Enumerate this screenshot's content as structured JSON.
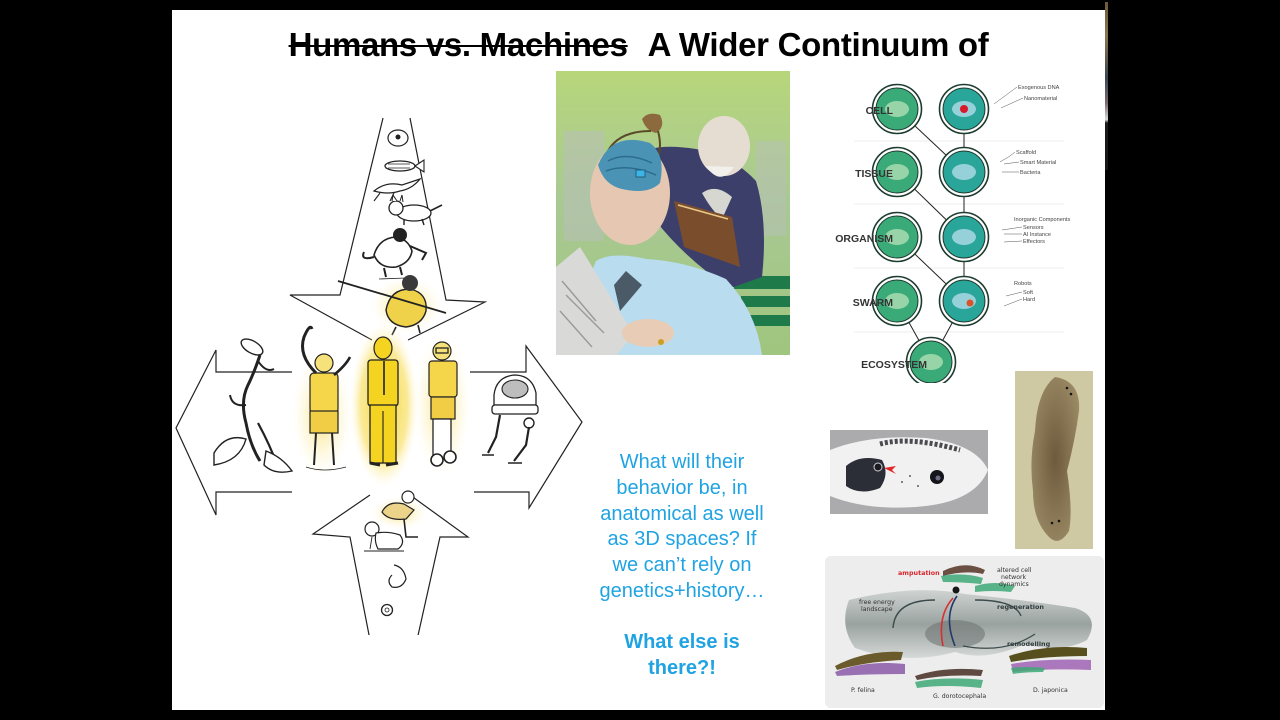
{
  "slide": {
    "title": {
      "struck_text": "Humans vs. Machines",
      "text": "A Wider Continuum of"
    },
    "evolution_diagram": {
      "description": "Four arrows converging on a central highlighted human",
      "top_arrow_figures": [
        "single-cell",
        "fish",
        "amphibian",
        "mammal",
        "monkey",
        "early-human"
      ],
      "bottom_arrow_figures": [
        "adult",
        "baby",
        "embryo",
        "zygote"
      ],
      "left_arrow_figures": [
        "chimera-creature"
      ],
      "center_figures": [
        "human-with-snakes",
        "human-standard",
        "cyborg-human"
      ],
      "right_arrow_figures": [
        "brain-in-jar-robot"
      ],
      "highlight_color": "#f5d321"
    },
    "illustration": {
      "description": "Old man attaching a device to a younger man's exposed cybernetic brain on a park bench"
    },
    "question": {
      "lines": [
        "What will their",
        "behavior be, in",
        "anatomical as well",
        "as 3D spaces? If",
        "we can’t rely on",
        "genetics+history…"
      ],
      "emphasis_lines": [
        "What else is",
        "there?!"
      ],
      "color": "#1fa3e3"
    },
    "scale_diagram": {
      "rows": [
        {
          "label": "CELL",
          "annotations": [
            "Exogenous DNA",
            "Nanomaterial"
          ]
        },
        {
          "label": "TISSUE",
          "annotations": [
            "Scaffold",
            "Smart Material",
            "Bacteria"
          ]
        },
        {
          "label": "ORGANISM",
          "annotations": [
            "Inorganic Components",
            "Sensors",
            "AI Instance",
            "Effectors"
          ]
        },
        {
          "label": "SWARM",
          "annotations": [
            "Robots",
            "Soft",
            "Hard"
          ]
        },
        {
          "label": "ECOSYSTEM",
          "annotations": []
        }
      ],
      "colors": {
        "natural": "#3aaa78",
        "engineered": "#2aa59a",
        "ring": "#1d3b2e"
      }
    },
    "photos": {
      "tadpole": "Tadpole with ectopic eye (red arrow)",
      "planarian": "Two-headed planarian"
    },
    "landscape_figure": {
      "labels": {
        "amputation": "amputation",
        "altered": [
          "altered cell",
          "network",
          "dynamics"
        ],
        "free_energy": [
          "free energy",
          "landscape"
        ],
        "regeneration": "regeneration",
        "remodelling": "remodelling",
        "species": [
          "P. felina",
          "G. dorotocephala",
          "D. japonica"
        ]
      }
    }
  }
}
